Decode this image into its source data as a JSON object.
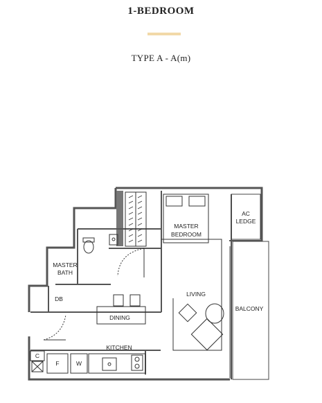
{
  "header": {
    "title": "1-BEDROOM",
    "type_label": "TYPE A - A(m)"
  },
  "colors": {
    "accent": "#f2d9a8",
    "wall": "#555555",
    "line": "#333333"
  },
  "rooms": {
    "master_bedroom": [
      "MASTER",
      "BEDROOM"
    ],
    "ac_ledge": [
      "AC",
      "LEDGE"
    ],
    "master_bath": [
      "MASTER",
      "BATH"
    ],
    "living": "LIVING",
    "balcony": "BALCONY",
    "db": "DB",
    "dining": "DINING",
    "kitchen": "KITCHEN"
  },
  "fixtures": {
    "c": "C",
    "f": "F",
    "w": "W"
  }
}
